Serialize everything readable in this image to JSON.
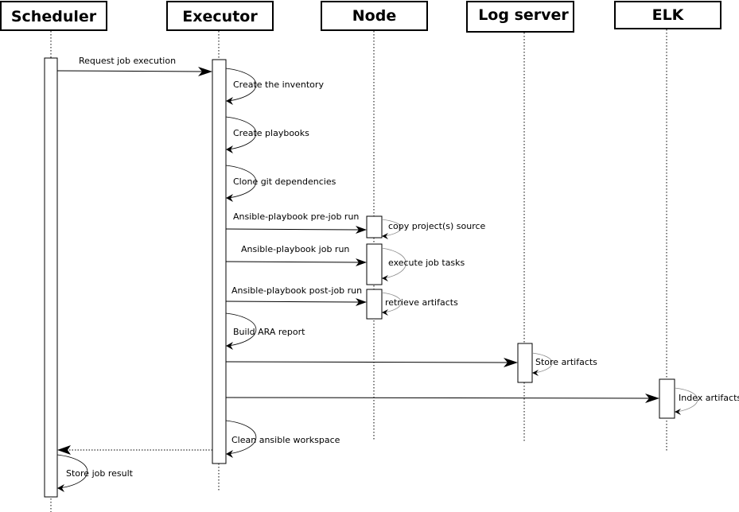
{
  "actors": [
    {
      "id": "scheduler",
      "label": "Scheduler"
    },
    {
      "id": "executor",
      "label": "Executor"
    },
    {
      "id": "node",
      "label": "Node"
    },
    {
      "id": "logserver",
      "label": "Log server"
    },
    {
      "id": "elk",
      "label": "ELK"
    }
  ],
  "messages": {
    "request_job": "Request job execution",
    "create_inventory": "Create the inventory",
    "create_playbooks": "Create playbooks",
    "clone_git": "Clone git dependencies",
    "prejob_run": "Ansible-playbook pre-job run",
    "copy_source": "copy project(s) source",
    "job_run": "Ansible-playbook job run",
    "execute_tasks": "execute job tasks",
    "postjob_run": "Ansible-playbook post-job run",
    "retrieve_artifacts": "retrieve artifacts",
    "build_ara": "Build ARA report",
    "store_artifacts": "Store artifacts",
    "index_artifacts": "Index artifacts",
    "clean_workspace": "Clean ansible workspace",
    "store_result": "Store job result"
  }
}
